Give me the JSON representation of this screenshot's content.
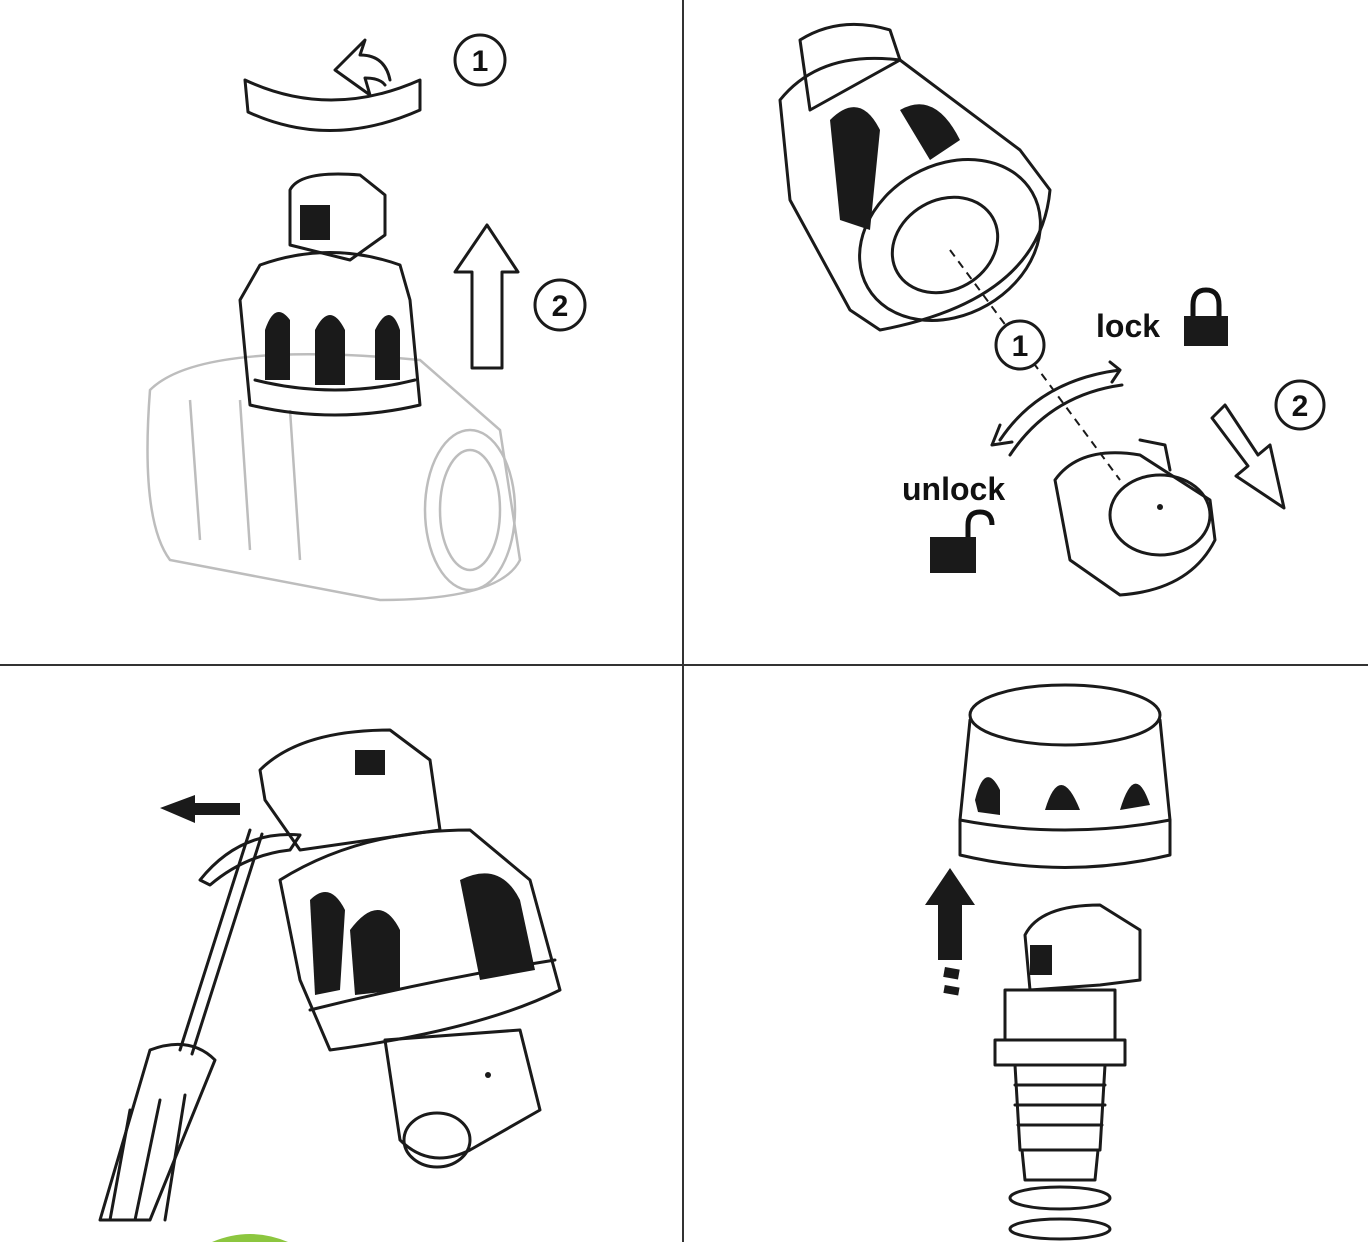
{
  "panels": [
    {
      "name": "remove-head",
      "steps": [
        "1",
        "2"
      ]
    },
    {
      "name": "lock-unlock",
      "steps": [
        "1",
        "2"
      ],
      "lock_label": "lock",
      "unlock_label": "unlock"
    },
    {
      "name": "pry-clip"
    },
    {
      "name": "separate-parts"
    }
  ],
  "colors": {
    "line": "#1a1a1a",
    "divider": "#333333",
    "faded": "#bdbdbd",
    "accent": "#8cc63f"
  }
}
